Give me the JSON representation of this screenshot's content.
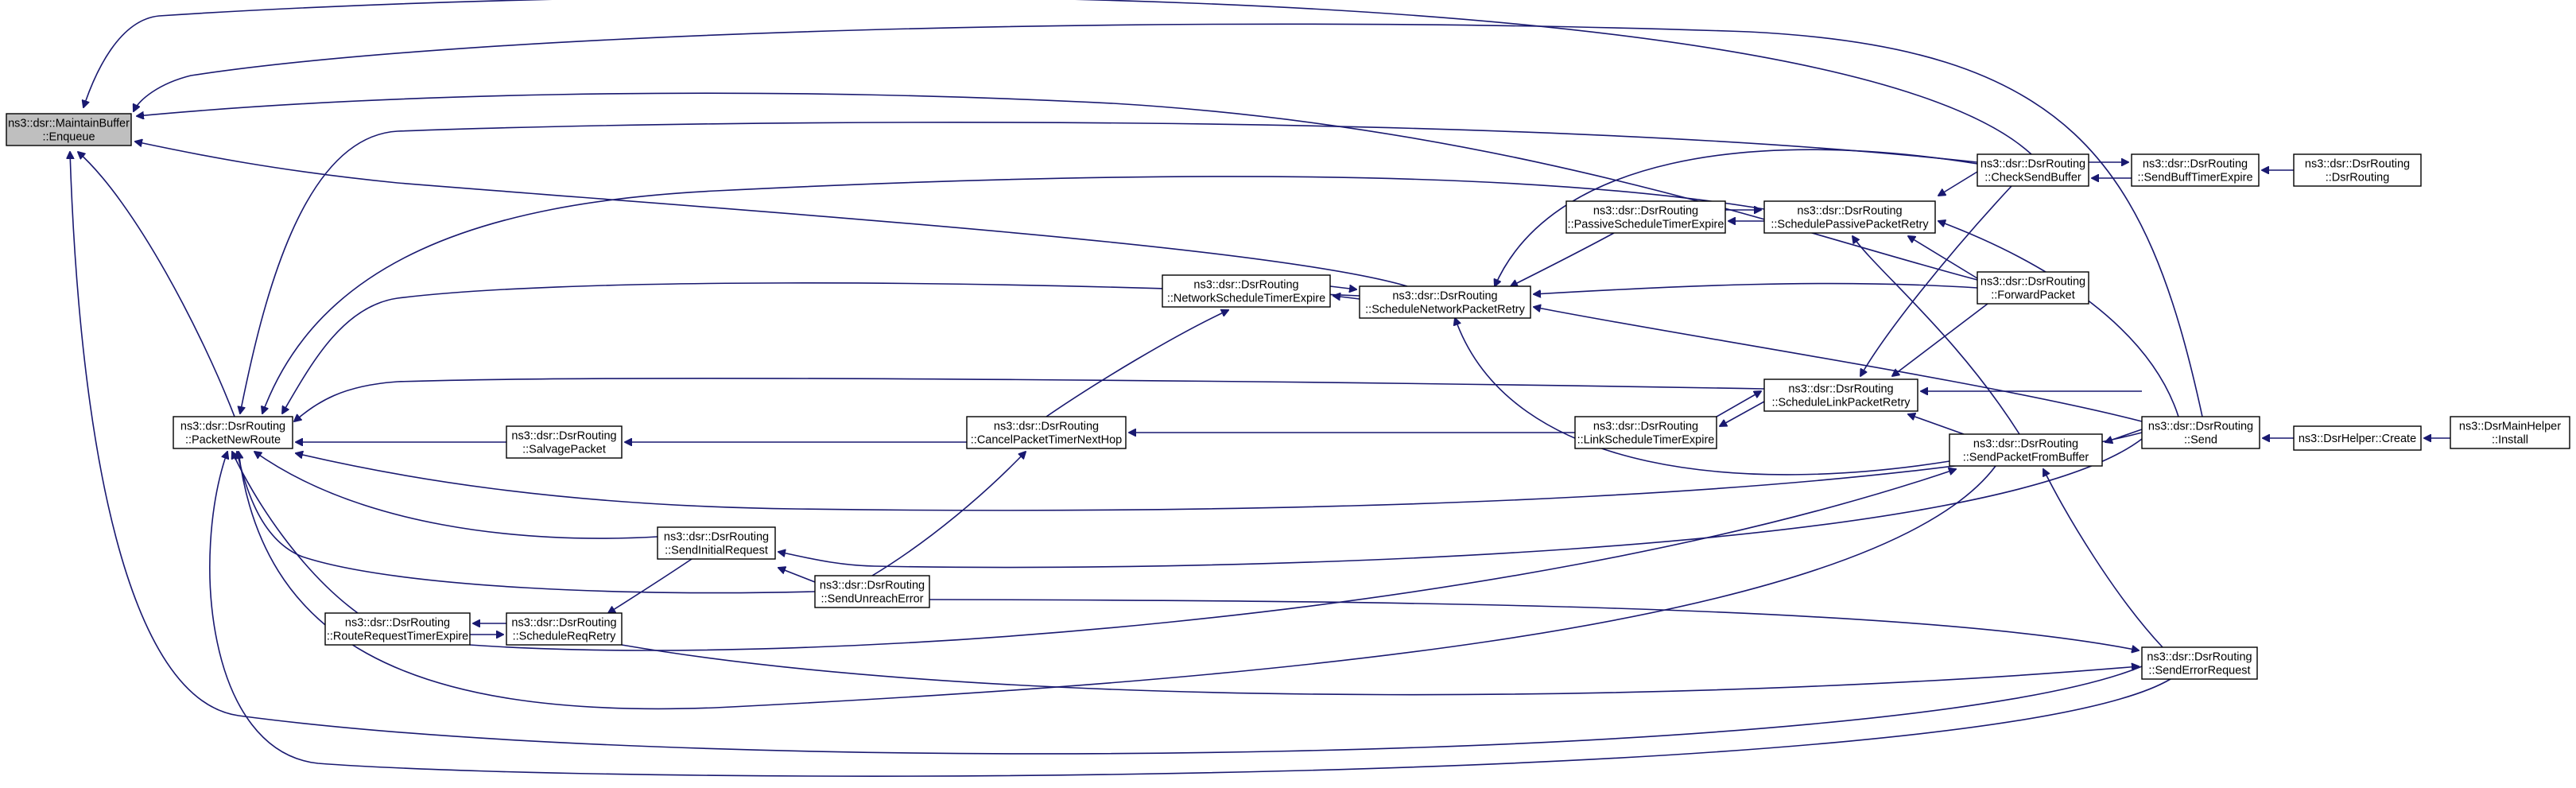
{
  "colors": {
    "edge": "#191970",
    "root_fill": "#bfbfbf",
    "node_fill": "#ffffff"
  },
  "nodes": [
    {
      "id": "maintainbuffer_enqueue",
      "lines": [
        "ns3::dsr::MaintainBuffer",
        "::Enqueue"
      ]
    },
    {
      "id": "packetnewroute",
      "lines": [
        "ns3::dsr::DsrRouting",
        "::PacketNewRoute"
      ]
    },
    {
      "id": "routerequesttimerexpire",
      "lines": [
        "ns3::dsr::DsrRouting",
        "::RouteRequestTimerExpire"
      ]
    },
    {
      "id": "schedulereqretry",
      "lines": [
        "ns3::dsr::DsrRouting",
        "::ScheduleReqRetry"
      ]
    },
    {
      "id": "salvagepacket",
      "lines": [
        "ns3::dsr::DsrRouting",
        "::SalvagePacket"
      ]
    },
    {
      "id": "sendinitialrequest",
      "lines": [
        "ns3::dsr::DsrRouting",
        "::SendInitialRequest"
      ]
    },
    {
      "id": "sendunreacherror",
      "lines": [
        "ns3::dsr::DsrRouting",
        "::SendUnreachError"
      ]
    },
    {
      "id": "canceltimer",
      "lines": [
        "ns3::dsr::DsrRouting",
        "::CancelPacketTimerNextHop"
      ]
    },
    {
      "id": "networkscheduletimerexpire",
      "lines": [
        "ns3::dsr::DsrRouting",
        "::NetworkScheduleTimerExpire"
      ]
    },
    {
      "id": "schedulenetworkpacketretry",
      "lines": [
        "ns3::dsr::DsrRouting",
        "::ScheduleNetworkPacketRetry"
      ]
    },
    {
      "id": "passivescheduletimerexpire",
      "lines": [
        "ns3::dsr::DsrRouting",
        "::PassiveScheduleTimerExpire"
      ]
    },
    {
      "id": "linkscheduletimerexpire",
      "lines": [
        "ns3::dsr::DsrRouting",
        "::LinkScheduleTimerExpire"
      ]
    },
    {
      "id": "schedulepassivepacketretry",
      "lines": [
        "ns3::dsr::DsrRouting",
        "::SchedulePassivePacketRetry"
      ]
    },
    {
      "id": "schedulelinkpacketretry",
      "lines": [
        "ns3::dsr::DsrRouting",
        "::ScheduleLinkPacketRetry"
      ]
    },
    {
      "id": "checksendbuffer",
      "lines": [
        "ns3::dsr::DsrRouting",
        "::CheckSendBuffer"
      ]
    },
    {
      "id": "forwardpacket",
      "lines": [
        "ns3::dsr::DsrRouting",
        "::ForwardPacket"
      ]
    },
    {
      "id": "sendpacketfrombuffer",
      "lines": [
        "ns3::dsr::DsrRouting",
        "::SendPacketFromBuffer"
      ]
    },
    {
      "id": "senderrorrequest",
      "lines": [
        "ns3::dsr::DsrRouting",
        "::SendErrorRequest"
      ]
    },
    {
      "id": "sendbufftimerexpire",
      "lines": [
        "ns3::dsr::DsrRouting",
        "::SendBuffTimerExpire"
      ]
    },
    {
      "id": "send",
      "lines": [
        "ns3::dsr::DsrRouting",
        "::Send"
      ]
    },
    {
      "id": "dsrrouting_ctor",
      "lines": [
        "ns3::dsr::DsrRouting",
        "::DsrRouting"
      ]
    },
    {
      "id": "dsrhelper_create",
      "lines": [
        "ns3::DsrHelper::Create"
      ]
    },
    {
      "id": "dsrmainhelper_install",
      "lines": [
        "ns3::DsrMainHelper",
        "::Install"
      ]
    }
  ],
  "edges": [
    {
      "from": "packetnewroute",
      "to": "maintainbuffer_enqueue"
    },
    {
      "from": "checksendbuffer",
      "to": "maintainbuffer_enqueue"
    },
    {
      "from": "send",
      "to": "maintainbuffer_enqueue"
    },
    {
      "from": "schedulenetworkpacketretry",
      "to": "maintainbuffer_enqueue"
    },
    {
      "from": "forwardpacket",
      "to": "maintainbuffer_enqueue"
    },
    {
      "from": "senderrorrequest",
      "to": "maintainbuffer_enqueue"
    },
    {
      "from": "checksendbuffer",
      "to": "packetnewroute"
    },
    {
      "from": "schedulepassivepacketretry",
      "to": "packetnewroute"
    },
    {
      "from": "schedulenetworkpacketretry",
      "to": "packetnewroute"
    },
    {
      "from": "schedulelinkpacketretry",
      "to": "packetnewroute"
    },
    {
      "from": "salvagepacket",
      "to": "packetnewroute"
    },
    {
      "from": "send",
      "to": "packetnewroute"
    },
    {
      "from": "sendinitialrequest",
      "to": "packetnewroute"
    },
    {
      "from": "sendunreacherror",
      "to": "packetnewroute"
    },
    {
      "from": "routerequesttimerexpire",
      "to": "packetnewroute"
    },
    {
      "from": "sendpacketfrombuffer",
      "to": "packetnewroute"
    },
    {
      "from": "senderrorrequest",
      "to": "packetnewroute"
    },
    {
      "from": "schedulereqretry",
      "to": "routerequesttimerexpire"
    },
    {
      "from": "routerequesttimerexpire",
      "to": "schedulereqretry"
    },
    {
      "from": "sendinitialrequest",
      "to": "schedulereqretry"
    },
    {
      "from": "canceltimer",
      "to": "salvagepacket"
    },
    {
      "from": "send",
      "to": "sendinitialrequest"
    },
    {
      "from": "sendunreacherror",
      "to": "sendinitialrequest"
    },
    {
      "from": "sendunreacherror",
      "to": "canceltimer"
    },
    {
      "from": "linkscheduletimerexpire",
      "to": "canceltimer"
    },
    {
      "from": "canceltimer",
      "to": "networkscheduletimerexpire"
    },
    {
      "from": "schedulenetworkpacketretry",
      "to": "networkscheduletimerexpire"
    },
    {
      "from": "networkscheduletimerexpire",
      "to": "schedulenetworkpacketretry"
    },
    {
      "from": "passivescheduletimerexpire",
      "to": "schedulenetworkpacketretry"
    },
    {
      "from": "forwardpacket",
      "to": "schedulenetworkpacketretry"
    },
    {
      "from": "send",
      "to": "schedulenetworkpacketretry"
    },
    {
      "from": "checksendbuffer",
      "to": "schedulenetworkpacketretry"
    },
    {
      "from": "sendpacketfrombuffer",
      "to": "schedulenetworkpacketretry"
    },
    {
      "from": "schedulepassivepacketretry",
      "to": "passivescheduletimerexpire"
    },
    {
      "from": "passivescheduletimerexpire",
      "to": "schedulepassivepacketretry"
    },
    {
      "from": "schedulelinkpacketretry",
      "to": "linkscheduletimerexpire"
    },
    {
      "from": "linkscheduletimerexpire",
      "to": "schedulelinkpacketretry"
    },
    {
      "from": "checksendbuffer",
      "to": "schedulepassivepacketretry"
    },
    {
      "from": "forwardpacket",
      "to": "schedulepassivepacketretry"
    },
    {
      "from": "send",
      "to": "schedulepassivepacketretry"
    },
    {
      "from": "sendpacketfrombuffer",
      "to": "schedulepassivepacketretry"
    },
    {
      "from": "checksendbuffer",
      "to": "schedulelinkpacketretry"
    },
    {
      "from": "forwardpacket",
      "to": "schedulelinkpacketretry"
    },
    {
      "from": "send",
      "to": "schedulelinkpacketretry"
    },
    {
      "from": "sendpacketfrombuffer",
      "to": "schedulelinkpacketretry"
    },
    {
      "from": "sendbufftimerexpire",
      "to": "checksendbuffer"
    },
    {
      "from": "checksendbuffer",
      "to": "sendbufftimerexpire"
    },
    {
      "from": "send",
      "to": "sendpacketfrombuffer"
    },
    {
      "from": "senderrorrequest",
      "to": "sendpacketfrombuffer"
    },
    {
      "from": "routerequesttimerexpire",
      "to": "sendpacketfrombuffer"
    },
    {
      "from": "schedulereqretry",
      "to": "senderrorrequest"
    },
    {
      "from": "sendunreacherror",
      "to": "senderrorrequest"
    },
    {
      "from": "dsrrouting_ctor",
      "to": "sendbufftimerexpire"
    },
    {
      "from": "dsrhelper_create",
      "to": "send"
    },
    {
      "from": "dsrmainhelper_install",
      "to": "dsrhelper_create"
    }
  ]
}
